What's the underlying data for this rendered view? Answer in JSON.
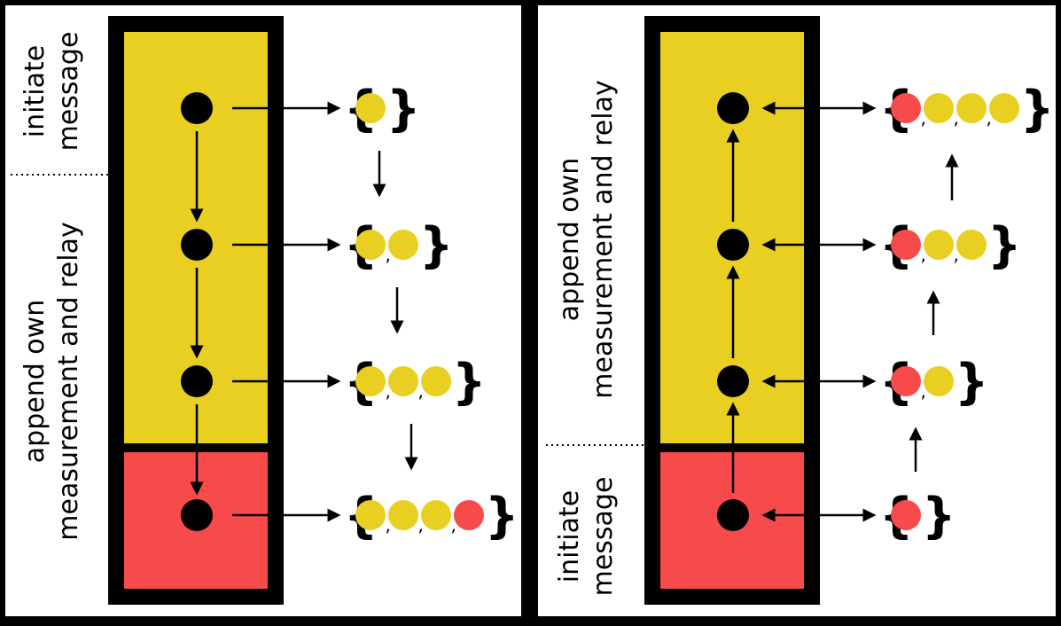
{
  "colors": {
    "yellow": "#e8cf22",
    "red": "#f74a4a",
    "black": "#000000",
    "white": "#ffffff"
  },
  "panels": [
    {
      "id": "left",
      "labels": {
        "initiate_line1": "initiate",
        "initiate_line2": "message",
        "append_line1": "append own",
        "append_line2": "measurement and relay"
      },
      "direction": "down",
      "messages": [
        [
          "yellow"
        ],
        [
          "yellow",
          "yellow"
        ],
        [
          "yellow",
          "yellow",
          "yellow"
        ],
        [
          "yellow",
          "yellow",
          "yellow",
          "red"
        ]
      ]
    },
    {
      "id": "right",
      "labels": {
        "initiate_line1": "initiate",
        "initiate_line2": "message",
        "append_line1": "append own",
        "append_line2": "measurement and relay"
      },
      "direction": "up",
      "messages": [
        [
          "red",
          "yellow",
          "yellow",
          "yellow"
        ],
        [
          "red",
          "yellow",
          "yellow"
        ],
        [
          "red",
          "yellow"
        ],
        [
          "red"
        ]
      ]
    }
  ]
}
